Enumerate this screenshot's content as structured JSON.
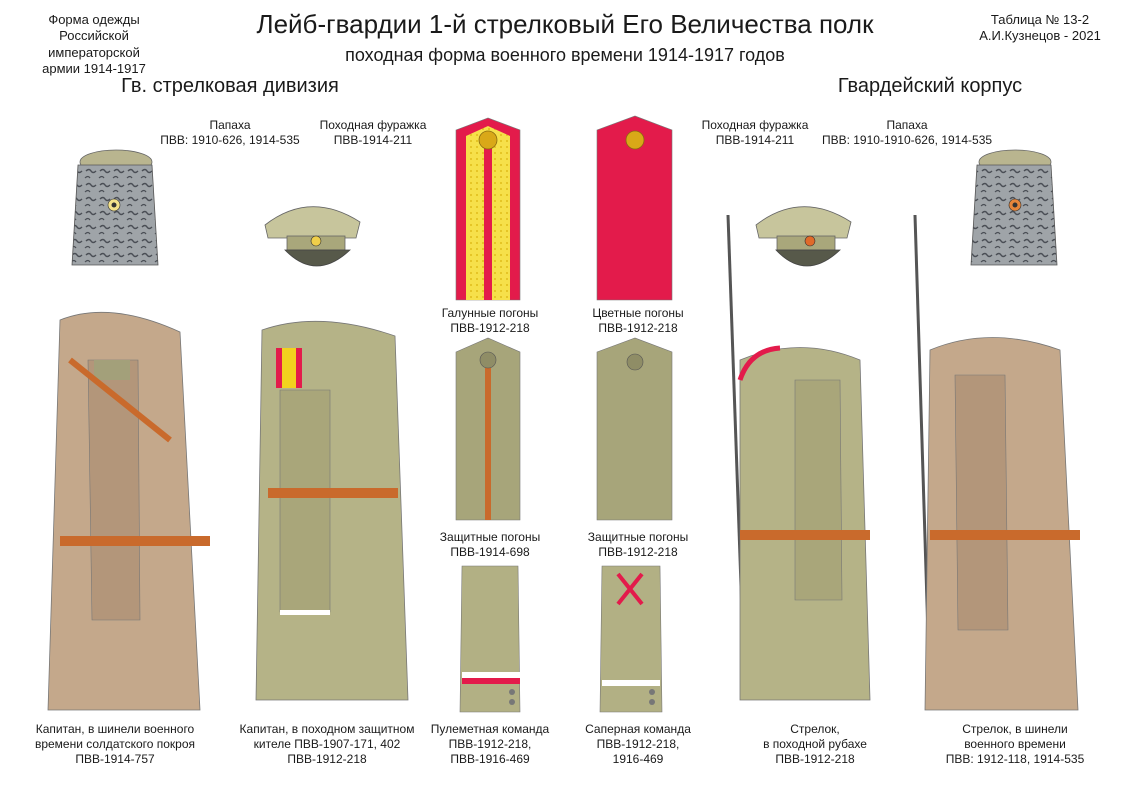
{
  "header": {
    "left": "Форма одежды\nРоссийской императорской\nармии  1914-1917",
    "title": "Лейб-гвардии 1-й стрелковый Его Величества полк",
    "subtitle": "походная форма военного времени 1914-1917 годов",
    "right": "Таблица № 13-2\nА.И.Кузнецов - 2021"
  },
  "sections": {
    "left": "Гв. стрелковая дивизия",
    "right": "Гвардейский корпус"
  },
  "headwear": {
    "papakha_left": "Папаха\nПВВ: 1910-626, 1914-535",
    "cap_left": "Походная фуражка\nПВВ-1914-211",
    "cap_right": "Походная фуражка\nПВВ-1914-211",
    "papakha_right": "Папаха\nПВВ: 1910-1910-626, 1914-535"
  },
  "straps": {
    "galloon": "Галунные погоны\nПВВ-1912-218",
    "colored": "Цветные погоны\nПВВ-1912-218",
    "field1": "Защитные погоны\nПВВ-1914-698",
    "field2": "Защитные  погоны\nПВВ-1912-218"
  },
  "figures": {
    "captain_coat": "Капитан, в шинели военного\nвремени солдатского покроя\nПВВ-1914-757",
    "captain_tunic": "Капитан, в походном защитном\nкителе ПВВ-1907-171, 402\nПВВ-1912-218",
    "mg_team": "Пулеметная команда\nПВВ-1912-218,\nПВВ-1916-469",
    "sapper_team": "Саперная команда\nПВВ-1912-218,\n1916-469",
    "rifleman_shirt": "Стрелок,\nв походной рубахе\nПВВ-1912-218",
    "rifleman_coat": "Стрелок, в шинели\nвоенного времени\nПВВ: 1912-118, 1914-535"
  },
  "colors": {
    "khaki": "#b8b588",
    "greatcoat": "#c4a88b",
    "raspberry": "#e31b4b",
    "gold": "#f2d21e",
    "leather": "#c96a2c",
    "fur": "#9a9fa4"
  }
}
